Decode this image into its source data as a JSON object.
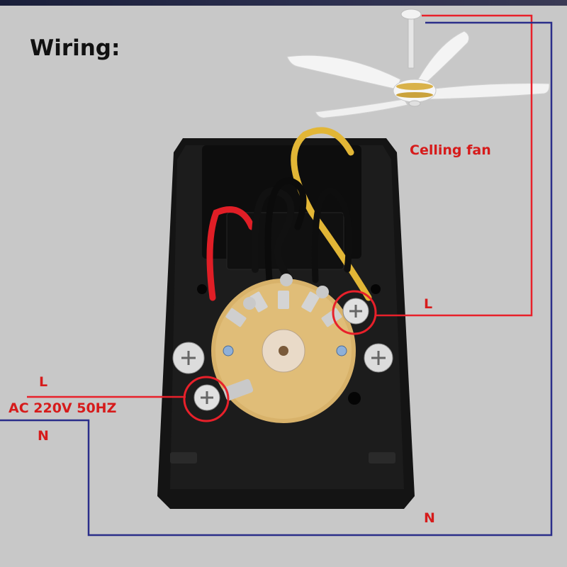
{
  "title": "Wiring:",
  "labels": {
    "fan": "Celling fan",
    "line_fan": "L",
    "line_input": "L",
    "supply": "AC 220V 50HZ",
    "neutral_left": "N",
    "neutral_bottom": "N"
  },
  "colors": {
    "line_wire": "#e8202a",
    "neutral_wire": "#2b2e8a",
    "label": "#d61b1b",
    "background": "#c8c8c8"
  }
}
